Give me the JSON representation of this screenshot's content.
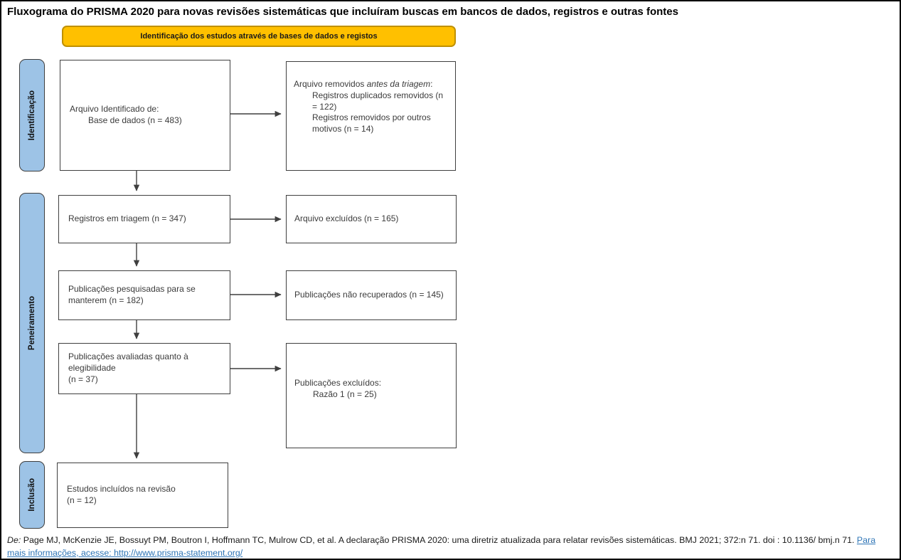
{
  "page": {
    "title": "Fluxograma do PRISMA 2020 para novas revisões sistemáticas que incluíram buscas em bancos de dados, registros e outras fontes"
  },
  "banner": {
    "label": "Identificação dos estudos através de bases de dados e registos"
  },
  "stages": [
    {
      "label": "Identificação"
    },
    {
      "label": "Peneiramento"
    },
    {
      "label": "Inclusão"
    }
  ],
  "boxes": {
    "identified": {
      "line1": "Arquivo Identificado de:",
      "line2": "Base de dados (n = 483)"
    },
    "removed_before_screening": {
      "lead": "Arquivo removidos ",
      "lead_italic": "antes da triagem",
      "lead_tail": ":",
      "reasons": [
        "Registros duplicados removidos (n = 122)",
        "Registros removidos por outros motivos (n = 14)"
      ]
    },
    "screened": {
      "text": "Registros em triagem (n = 347)"
    },
    "records_excluded": {
      "text": "Arquivo excluídos (n = 165)"
    },
    "sought_for_retrieval": {
      "text": "Publicações pesquisadas para se manterem (n = 182)"
    },
    "not_retrieved": {
      "text": "Publicações não recuperados (n = 145)"
    },
    "assessed_eligibility": {
      "line1": "Publicações avaliadas quanto à elegibilidade",
      "line2": "(n = 37)"
    },
    "publications_excluded": {
      "lead": "Publicações excluídos:",
      "reasons": [
        "Razão 1 (n = 25)"
      ]
    },
    "included": {
      "line1": "Estudos incluídos na revisão",
      "line2": "(n = 12)"
    }
  },
  "footer": {
    "prefix_italic": "De:",
    "citation": " Page MJ, McKenzie JE, Bossuyt PM, Boutron I, Hoffmann TC, Mulrow CD, et al. A declaração PRISMA 2020: uma diretriz atualizada para relatar revisões sistemáticas. BMJ 2021; 372:n 71. doi : 10.1136/ bmj.n 71. ",
    "link_text": "Para mais informações, acesse: http://www.prisma-statement.org/",
    "link_url": "http://www.prisma-statement.org/"
  },
  "colors": {
    "banner_bg": "#FFC000",
    "banner_border": "#BF9000",
    "stage_bg": "#9DC3E6",
    "box_border": "#3f3f3f",
    "arrow": "#3f3f3f",
    "link": "#2E75B6"
  }
}
